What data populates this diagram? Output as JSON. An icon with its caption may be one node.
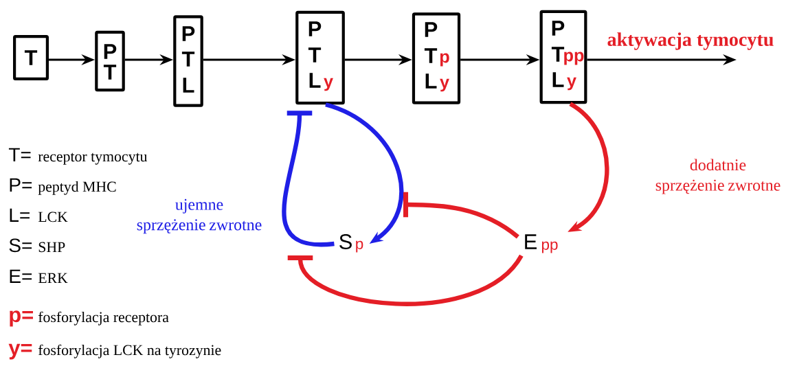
{
  "diagram": {
    "nodes": [
      {
        "text": [
          "T"
        ]
      },
      {
        "text": [
          "P",
          "T"
        ]
      },
      {
        "text": [
          "P",
          "T",
          "L"
        ]
      },
      {
        "text": [
          "P",
          "T",
          "L",
          "y"
        ]
      },
      {
        "text": [
          "P",
          "T",
          "p",
          "L",
          "y"
        ]
      },
      {
        "text": [
          "P",
          "T",
          "pp",
          "L",
          "y"
        ]
      },
      {
        "text": [
          "S",
          "p"
        ]
      },
      {
        "text": [
          "E",
          "pp"
        ]
      }
    ],
    "edges": [
      {
        "from": 0,
        "to": 1,
        "arrow": "to"
      },
      {
        "from": 1,
        "to": 2,
        "arrow": "to"
      },
      {
        "from": 2,
        "to": 3,
        "arrow": "to"
      },
      {
        "from": 3,
        "to": 4,
        "arrow": "to"
      },
      {
        "from": 4,
        "to": 5,
        "arrow": "to"
      },
      {
        "from": 5,
        "to": null,
        "arrow": "to",
        "label": "aktywacja tymocytu"
      },
      {
        "from": 6,
        "to": 3,
        "arrow": "other",
        "style": "thick",
        "color": "#1f1fe6",
        "label": "ujemne sprzężenie zwrotne"
      },
      {
        "from": 3,
        "to": 6,
        "arrow": "to",
        "style": "thick",
        "color": "#1f1fe6"
      },
      {
        "from": 5,
        "to": 7,
        "arrow": "to",
        "style": "thick",
        "color": "#e41e26",
        "label": "dodatnie sprzężenie zwrotne"
      },
      {
        "from": 7,
        "to": null,
        "arrow": "other",
        "style": "thick",
        "color": "#e41e26"
      },
      {
        "from": 7,
        "to": null,
        "arrow": "other",
        "style": "thick",
        "color": "#e41e26"
      }
    ],
    "labels": [
      "T=",
      "receptor tymocytu",
      "P=",
      "peptyd MHC",
      "L=",
      "LCK",
      "S=",
      "SHP",
      "E=",
      "ERK",
      "p=",
      "fosforylacja receptora",
      "y=",
      "fosforylacja LCK na tyrozynie"
    ]
  }
}
